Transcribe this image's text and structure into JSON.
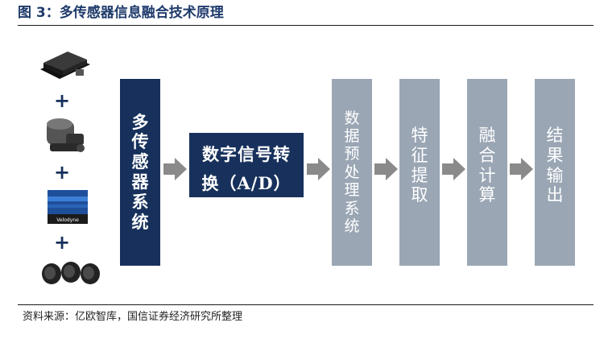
{
  "figure": {
    "title": "图 3：多传感器信息融合技术原理",
    "source": "资料来源：亿欧智库，国信证券经济研究所整理"
  },
  "inputs": {
    "plus_sign": "+",
    "devices": [
      "radar-sensor-icon",
      "camera-sensor-icon",
      "lidar-sensor-icon",
      "ultrasonic-sensor-icon"
    ],
    "lidar_brand": "Velodyne"
  },
  "flow": {
    "multi_sensor_system": "多传感器系统",
    "ad_conversion_line1": "数字信号转",
    "ad_conversion_line2": "换（A/D）",
    "preprocessing": "数据预处理系统",
    "feature_extraction": "特征提取",
    "fusion_computation": "融合计算",
    "result_output": "结果输出"
  },
  "colors": {
    "dark_box": "#17315c",
    "gray_box": "#9aa6b4",
    "arrow": "#8a8a8a",
    "title": "#1e3a6b"
  }
}
